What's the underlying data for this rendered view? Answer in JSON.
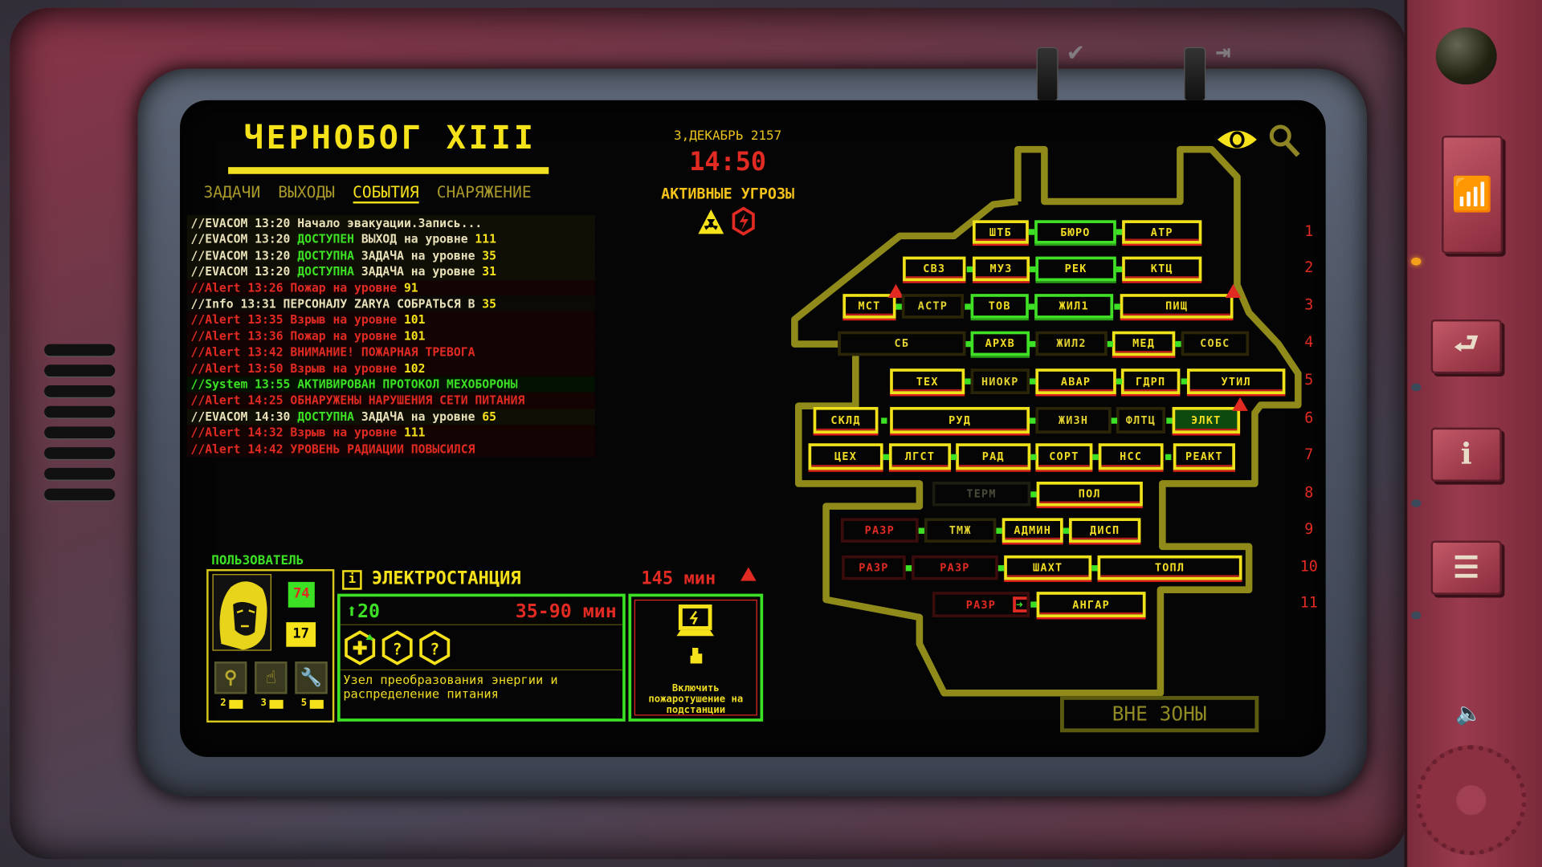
{
  "header": {
    "title": "ЧЕРНОБОГ XIII",
    "tabs": [
      {
        "label": "ЗАДАЧИ",
        "active": false
      },
      {
        "label": "ВЫХОДЫ",
        "active": false
      },
      {
        "label": "СОБЫТИЯ",
        "active": true
      },
      {
        "label": "СНАРЯЖЕНИЕ",
        "active": false
      }
    ]
  },
  "log": [
    {
      "type": "evacom",
      "parts": [
        "//EVACOM 13:20 Начало эвакуации.Запись..."
      ]
    },
    {
      "type": "evacom",
      "parts": [
        "//EVACOM 13:20 ",
        "ДОСТУПЕН",
        " ВЫХОД на уровне ",
        "111"
      ]
    },
    {
      "type": "evacom",
      "parts": [
        "//EVACOM 13:20 ",
        "ДОСТУПНА",
        " ЗАДАЧА на уровне ",
        "35"
      ]
    },
    {
      "type": "evacom",
      "parts": [
        "//EVACOM 13:20 ",
        "ДОСТУПНА",
        " ЗАДАЧА на уровне ",
        "31"
      ]
    },
    {
      "type": "alert",
      "parts": [
        "//Alert 13:26 Пожар на уровне ",
        "91"
      ]
    },
    {
      "type": "info",
      "parts": [
        "//Info 13:31 ПЕРСОНАЛУ ZARYA СОБРАТЬСЯ В ",
        "35"
      ]
    },
    {
      "type": "alert",
      "parts": [
        "//Alert 13:35 Взрыв на уровне ",
        "101"
      ]
    },
    {
      "type": "alert",
      "parts": [
        "//Alert 13:36 Пожар на уровне ",
        "101"
      ]
    },
    {
      "type": "alert",
      "parts": [
        "//Alert 13:42 ВНИМАНИЕ! ПОЖАРНАЯ ТРЕВОГА"
      ]
    },
    {
      "type": "alert",
      "parts": [
        "//Alert 13:50 Взрыв на уровне ",
        "102"
      ]
    },
    {
      "type": "system",
      "parts": [
        "//System 13:55 АКТИВИРОВАН ПРОТОКОЛ МЕХОБОРОНЫ"
      ]
    },
    {
      "type": "alert",
      "parts": [
        "//Alert 14:25 ОБНАРУЖЕНЫ НАРУШЕНИЯ СЕТИ ПИТАНИЯ"
      ]
    },
    {
      "type": "evacom",
      "parts": [
        "//EVACOM 14:30 ",
        "ДОСТУПНА",
        " ЗАДАЧА на уровне ",
        "65"
      ]
    },
    {
      "type": "alert",
      "parts": [
        "//Alert 14:32 Взрыв на уровне ",
        "111"
      ]
    },
    {
      "type": "alert",
      "parts": [
        "//Alert 14:42 УРОВЕНЬ РАДИАЦИИ ПОВЫСИЛСЯ"
      ]
    }
  ],
  "status": {
    "date": "3,ДЕКАБРЬ 2157",
    "time": "14:50",
    "threats_label": "АКТИВНЫЕ УГРОЗЫ",
    "threat_icons": [
      "radiation-icon",
      "power-hazard-icon"
    ]
  },
  "map": {
    "levels": [
      "1",
      "2",
      "3",
      "4",
      "5",
      "6",
      "7",
      "8",
      "9",
      "10",
      "11"
    ],
    "rows": [
      [
        {
          "label": "ШТБ",
          "state": "normal"
        },
        {
          "label": "БЮРО",
          "state": "green"
        },
        {
          "label": "АТР",
          "state": "normal"
        }
      ],
      [
        {
          "label": "СВЗ",
          "state": "normal"
        },
        {
          "label": "МУЗ",
          "state": "normal"
        },
        {
          "label": "РЕК",
          "state": "green"
        },
        {
          "label": "КТЦ",
          "state": "normal"
        }
      ],
      [
        {
          "label": "МСТ",
          "state": "normal",
          "warning": true
        },
        {
          "label": "АСТР",
          "state": "dim"
        },
        {
          "label": "ТОВ",
          "state": "green"
        },
        {
          "label": "ЖИЛ1",
          "state": "green"
        },
        {
          "label": "ПИЩ",
          "state": "normal",
          "warning": true
        }
      ],
      [
        {
          "label": "СБ",
          "state": "dim"
        },
        {
          "label": "АРХВ",
          "state": "green"
        },
        {
          "label": "ЖИЛ2",
          "state": "dim"
        },
        {
          "label": "МЕД",
          "state": "normal"
        },
        {
          "label": "СОБС",
          "state": "dim"
        }
      ],
      [
        {
          "label": "ТЕХ",
          "state": "normal"
        },
        {
          "label": "НИОКР",
          "state": "dim"
        },
        {
          "label": "АВАР",
          "state": "normal"
        },
        {
          "label": "ГДРП",
          "state": "normal"
        },
        {
          "label": "УТИЛ",
          "state": "normal"
        }
      ],
      [
        {
          "label": "СКЛД",
          "state": "normal"
        },
        {
          "label": "РУД",
          "state": "normal"
        },
        {
          "label": "ЖИЗН",
          "state": "dim"
        },
        {
          "label": "ФЛТЦ",
          "state": "dim"
        },
        {
          "label": "ЭЛКТ",
          "state": "active",
          "warning": true
        }
      ],
      [
        {
          "label": "ЦЕХ",
          "state": "normal"
        },
        {
          "label": "ЛГСТ",
          "state": "normal"
        },
        {
          "label": "РАД",
          "state": "normal"
        },
        {
          "label": "СОРТ",
          "state": "normal"
        },
        {
          "label": "НСС",
          "state": "normal"
        },
        {
          "label": "РЕАКТ",
          "state": "normal"
        }
      ],
      [
        {
          "label": "ТЕРМ",
          "state": "off"
        },
        {
          "label": "ПОЛ",
          "state": "normal"
        }
      ],
      [
        {
          "label": "РАЗР",
          "state": "alarm"
        },
        {
          "label": "ТМЖ",
          "state": "dim"
        },
        {
          "label": "АДМИН",
          "state": "normal"
        },
        {
          "label": "ДИСП",
          "state": "normal"
        }
      ],
      [
        {
          "label": "РАЗР",
          "state": "alarm"
        },
        {
          "label": "РАЗР",
          "state": "alarm"
        },
        {
          "label": "ШАХТ",
          "state": "normal"
        },
        {
          "label": "ТОПЛ",
          "state": "normal"
        }
      ],
      [
        {
          "label": "РАЗР",
          "state": "alarm"
        },
        {
          "label": "АНГАР",
          "state": "normal"
        }
      ]
    ],
    "out_of_zone": "ВНЕ ЗОНЫ"
  },
  "user": {
    "label": "ПОЛЬЗОВАТЕЛЬ",
    "health": "74",
    "level": "17",
    "tools": [
      {
        "icon": "inspect-icon",
        "count": "2"
      },
      {
        "icon": "hack-icon",
        "count": "3"
      },
      {
        "icon": "repair-icon",
        "count": "5"
      }
    ]
  },
  "room_panel": {
    "title": "ЭЛЕКТРОСТАНЦИЯ",
    "time_left": "145 мин",
    "power": "20",
    "duration": "35-90 мин",
    "description": "Узел преобразования энергии и распределение питания",
    "action": "Включить пожаротушение на подстанции"
  },
  "colors": {
    "yellow": "#f5e21a",
    "green": "#3ce024",
    "red": "#e02a22"
  }
}
